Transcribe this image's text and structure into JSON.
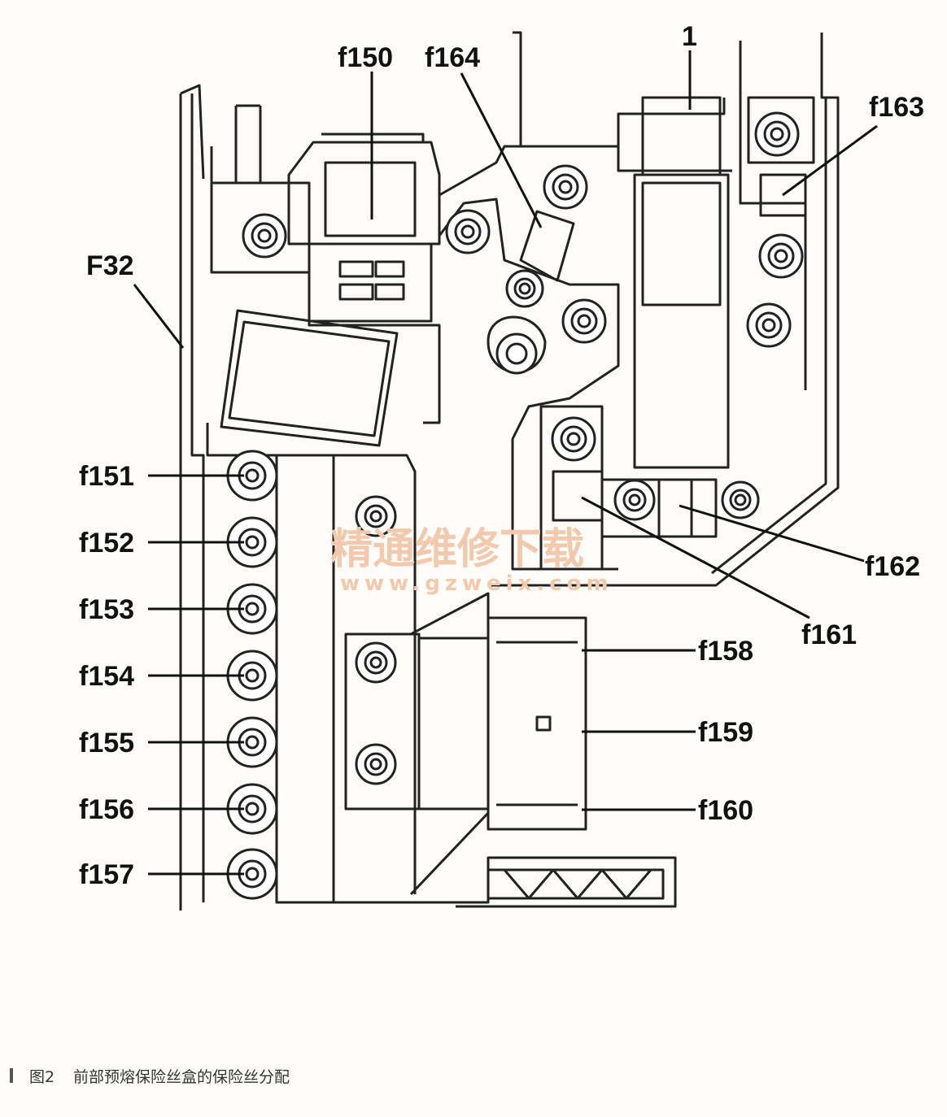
{
  "labels": {
    "f150": "f150",
    "f164": "f164",
    "one": "1",
    "f163": "f163",
    "F32": "F32",
    "f151": "f151",
    "f152": "f152",
    "f153": "f153",
    "f154": "f154",
    "f155": "f155",
    "f156": "f156",
    "f157": "f157",
    "f158": "f158",
    "f159": "f159",
    "f160": "f160",
    "f161": "f161",
    "f162": "f162"
  },
  "watermark": {
    "text": "精通维修下载",
    "url": "www.gzweix.com"
  },
  "caption": {
    "figure": "图2",
    "text": "前部预熔保险丝盒的保险丝分配"
  }
}
